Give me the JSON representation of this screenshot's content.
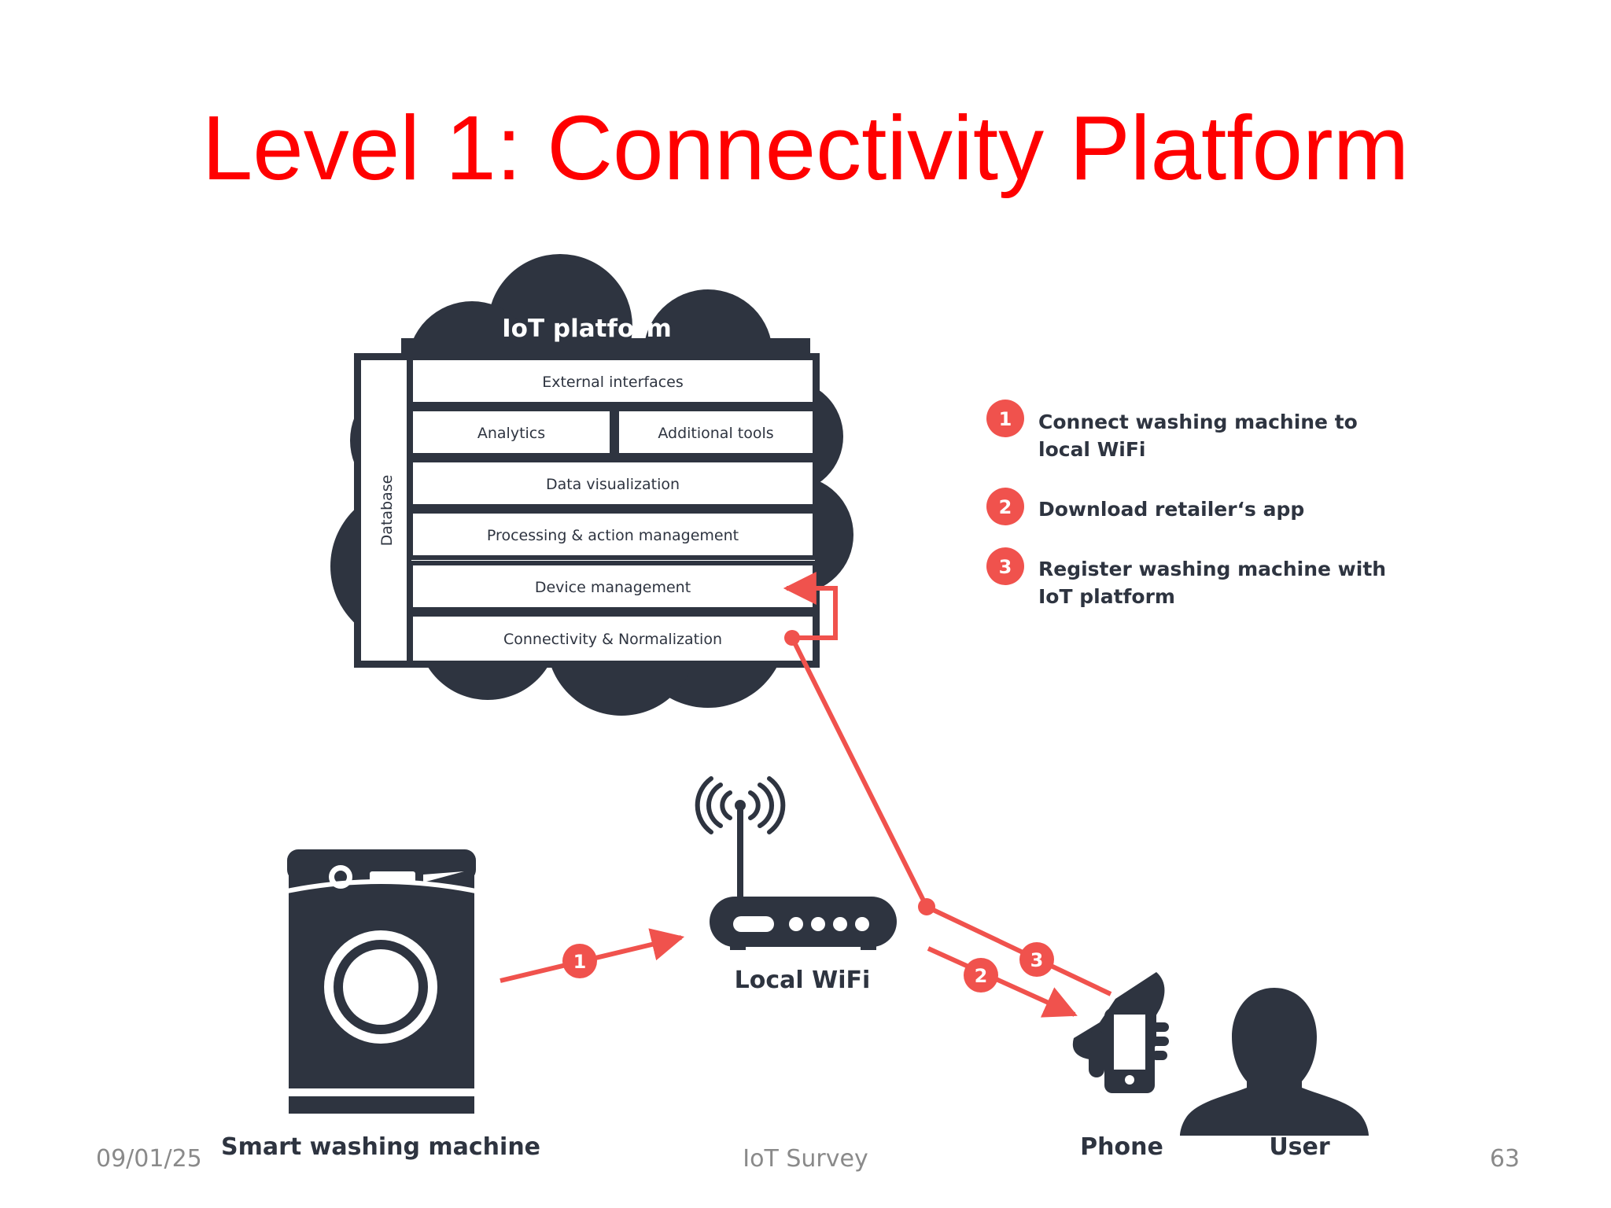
{
  "slide": {
    "title": "Level 1: Connectivity Platform",
    "footer_date": "09/01/25",
    "footer_center": "IoT Survey",
    "page_number": "63"
  },
  "platform": {
    "title": "IoT platform",
    "database_label": "Database",
    "layers": {
      "external_interfaces": "External interfaces",
      "analytics": "Analytics",
      "additional_tools": "Additional tools",
      "data_visualization": "Data visualization",
      "processing": "Processing & action management",
      "device_management": "Device management",
      "connectivity": "Connectivity & Normalization"
    }
  },
  "steps": [
    {
      "number": "1",
      "line1": "Connect washing machine to",
      "line2": "local WiFi"
    },
    {
      "number": "2",
      "line1": "Download retailer‘s app",
      "line2": ""
    },
    {
      "number": "3",
      "line1": "Register washing machine with",
      "line2": "IoT platform"
    }
  ],
  "devices": {
    "washing_machine": "Smart washing machine",
    "wifi": "Local WiFi",
    "phone": "Phone",
    "user": "User"
  },
  "colors": {
    "title": "#ff0000",
    "accent": "#f0524d",
    "dark": "#2e3440"
  }
}
